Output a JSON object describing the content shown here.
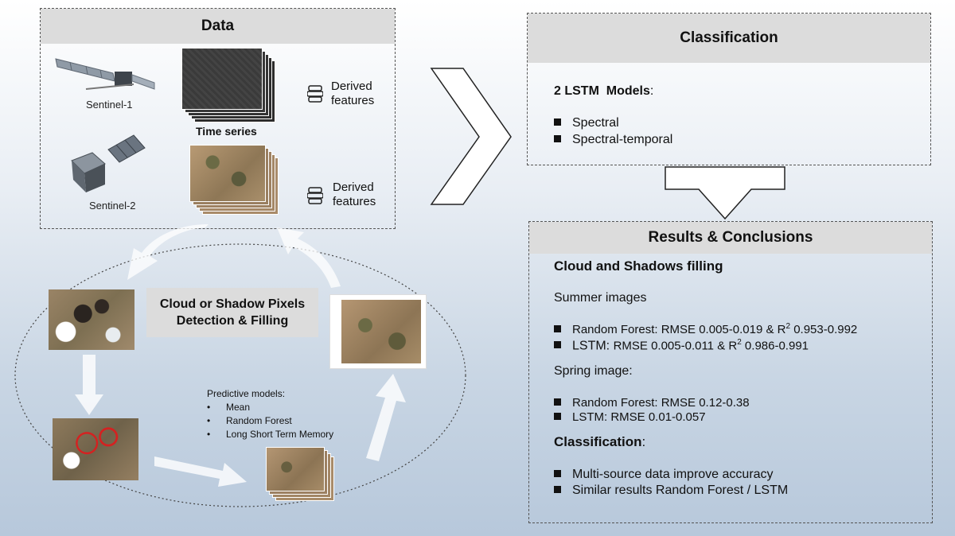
{
  "data_box": {
    "title": "Data",
    "sentinel1": "Sentinel-1",
    "sentinel2": "Sentinel-2",
    "time_series": "Time series",
    "derived1_line1": "Derived",
    "derived1_line2": "features",
    "derived2_line1": "Derived",
    "derived2_line2": "features"
  },
  "detection": {
    "title_line1": "Cloud or Shadow Pixels",
    "title_line2": "Detection & Filling",
    "predictive_title": "Predictive models:",
    "models": [
      "Mean",
      "Random Forest",
      "Long Short Term Memory"
    ]
  },
  "classification": {
    "title": "Classification",
    "subtitle": "2 LSTM  Models",
    "subtitle_colon": ":",
    "items": [
      "Spectral",
      "Spectral-temporal"
    ]
  },
  "results": {
    "title": "Results & Conclusions",
    "section1": "Cloud and Shadows filling",
    "summer": "Summer images",
    "summer_rf": "Random Forest: RMSE 0.005-0.019 & R",
    "summer_rf_sup": "2",
    "summer_rf_tail": " 0.953-0.992",
    "summer_lstm_a": "LSTM: ",
    "summer_lstm_b": "RMSE 0.005-0.011 & R",
    "summer_lstm_sup": "2",
    "summer_lstm_tail": " 0.986-0.991",
    "spring": "Spring image:",
    "spring_rf": "Random Forest: RMSE 0.12-0.38",
    "spring_lstm": "LSTM: RMSE 0.01-0.057",
    "section2": "Classification",
    "section2_colon": ":",
    "concl": [
      "Multi-source data improve accuracy",
      "Similar results Random Forest / LSTM"
    ]
  },
  "colors": {
    "header_bg": "#dcdcdc",
    "cloud_outline": "#d62020"
  }
}
